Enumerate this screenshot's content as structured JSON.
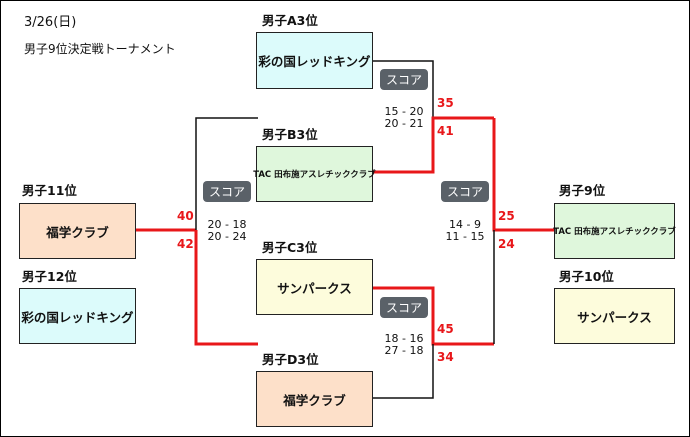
{
  "header": {
    "date": "3/26(日)",
    "title": "男子9位決定戦トーナメント"
  },
  "score_label": "スコア",
  "left": {
    "top_rank": "男子11位",
    "top_team": "福学クラブ",
    "bottom_rank": "男子12位",
    "bottom_team": "彩の国レッドキング"
  },
  "right": {
    "top_rank": "男子9位",
    "top_team": "TAC 田布施アスレチッククラブ",
    "bottom_rank": "男子10位",
    "bottom_team": "サンパークス"
  },
  "center": {
    "a": {
      "rank": "男子A3位",
      "team": "彩の国レッドキング"
    },
    "b": {
      "rank": "男子B3位",
      "team": "TAC 田布施アスレチッククラブ"
    },
    "c": {
      "rank": "男子C3位",
      "team": "サンパークス"
    },
    "d": {
      "rank": "男子D3位",
      "team": "福学クラブ"
    }
  },
  "matches": {
    "ab": {
      "sets": [
        "15 - 20",
        "20 - 21"
      ],
      "a_total": "35",
      "b_total": "41"
    },
    "cd": {
      "sets": [
        "18 - 16",
        "27 - 18"
      ],
      "c_total": "45",
      "d_total": "34"
    },
    "left_final": {
      "sets": [
        "20 - 18",
        "20 - 24"
      ],
      "top_total": "40",
      "bottom_total": "42"
    },
    "right_final": {
      "sets": [
        "14 - 9",
        "11 - 15"
      ],
      "top_total": "25",
      "bottom_total": "24"
    }
  },
  "colors": {
    "winner_line": "#e8171a",
    "loser_line": "#111111",
    "badge": "#5a6168"
  }
}
